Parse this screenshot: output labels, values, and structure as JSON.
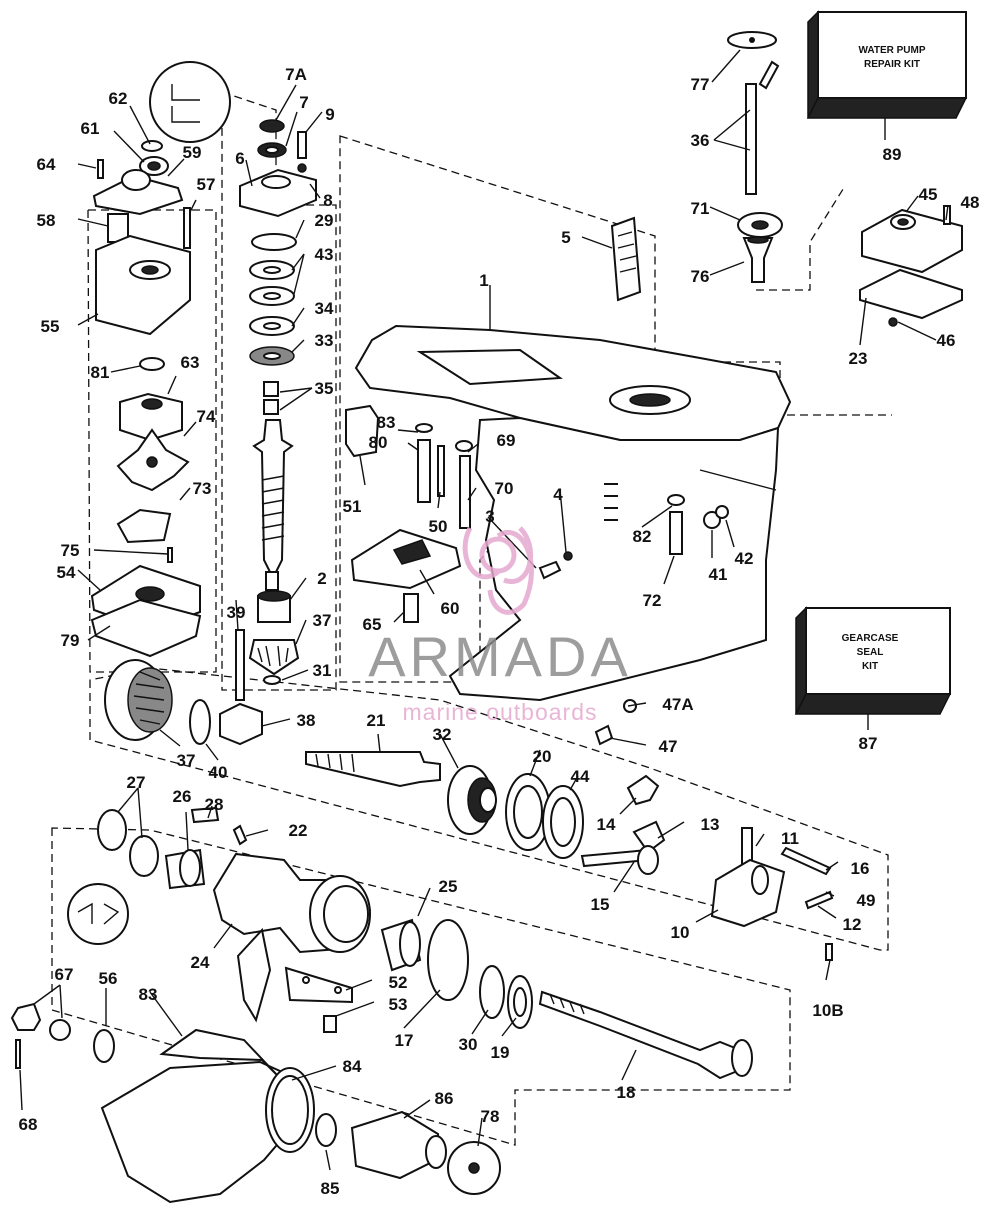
{
  "kits": {
    "water_pump": {
      "line1": "WATER PUMP",
      "line2": "REPAIR KIT",
      "number": "89"
    },
    "gearcase_seal": {
      "line1": "GEARCASE",
      "line2": "SEAL",
      "line3": "KIT",
      "number": "87"
    }
  },
  "watermark": {
    "brand": "ARMADA",
    "tagline": "marine outboards"
  },
  "callouts": [
    {
      "id": "c77",
      "text": "77"
    },
    {
      "id": "c36",
      "text": "36"
    },
    {
      "id": "c71",
      "text": "71"
    },
    {
      "id": "c76",
      "text": "76"
    },
    {
      "id": "c45",
      "text": "45"
    },
    {
      "id": "c48",
      "text": "48"
    },
    {
      "id": "c23",
      "text": "23"
    },
    {
      "id": "c46",
      "text": "46"
    },
    {
      "id": "c5",
      "text": "5"
    },
    {
      "id": "c1",
      "text": "1"
    },
    {
      "id": "c7A",
      "text": "7A"
    },
    {
      "id": "c7",
      "text": "7"
    },
    {
      "id": "c9",
      "text": "9"
    },
    {
      "id": "c6",
      "text": "6"
    },
    {
      "id": "c8",
      "text": "8"
    },
    {
      "id": "c29",
      "text": "29"
    },
    {
      "id": "c43",
      "text": "43"
    },
    {
      "id": "c34",
      "text": "34"
    },
    {
      "id": "c33",
      "text": "33"
    },
    {
      "id": "c35",
      "text": "35"
    },
    {
      "id": "c62",
      "text": "62"
    },
    {
      "id": "c61",
      "text": "61"
    },
    {
      "id": "c59",
      "text": "59"
    },
    {
      "id": "c64",
      "text": "64"
    },
    {
      "id": "c57",
      "text": "57"
    },
    {
      "id": "c58",
      "text": "58"
    },
    {
      "id": "c55",
      "text": "55"
    },
    {
      "id": "c81",
      "text": "81"
    },
    {
      "id": "c63",
      "text": "63"
    },
    {
      "id": "c74",
      "text": "74"
    },
    {
      "id": "c73",
      "text": "73"
    },
    {
      "id": "c75",
      "text": "75"
    },
    {
      "id": "c54",
      "text": "54"
    },
    {
      "id": "c79",
      "text": "79"
    },
    {
      "id": "c51",
      "text": "51"
    },
    {
      "id": "c83a",
      "text": "83"
    },
    {
      "id": "c80",
      "text": "80"
    },
    {
      "id": "c69",
      "text": "69"
    },
    {
      "id": "c70",
      "text": "70"
    },
    {
      "id": "c50",
      "text": "50"
    },
    {
      "id": "c3",
      "text": "3"
    },
    {
      "id": "c4",
      "text": "4"
    },
    {
      "id": "c82",
      "text": "82"
    },
    {
      "id": "c41",
      "text": "41"
    },
    {
      "id": "c42",
      "text": "42"
    },
    {
      "id": "c72",
      "text": "72"
    },
    {
      "id": "c65",
      "text": "65"
    },
    {
      "id": "c60",
      "text": "60"
    },
    {
      "id": "c2",
      "text": "2"
    },
    {
      "id": "c39",
      "text": "39"
    },
    {
      "id": "c37a",
      "text": "37"
    },
    {
      "id": "c31",
      "text": "31"
    },
    {
      "id": "c38",
      "text": "38"
    },
    {
      "id": "c37b",
      "text": "37"
    },
    {
      "id": "c40",
      "text": "40"
    },
    {
      "id": "c21",
      "text": "21"
    },
    {
      "id": "c32",
      "text": "32"
    },
    {
      "id": "c20",
      "text": "20"
    },
    {
      "id": "c44",
      "text": "44"
    },
    {
      "id": "c47A",
      "text": "47A"
    },
    {
      "id": "c47",
      "text": "47"
    },
    {
      "id": "c14",
      "text": "14"
    },
    {
      "id": "c13",
      "text": "13"
    },
    {
      "id": "c11",
      "text": "11"
    },
    {
      "id": "c16",
      "text": "16"
    },
    {
      "id": "c49",
      "text": "49"
    },
    {
      "id": "c12",
      "text": "12"
    },
    {
      "id": "c10",
      "text": "10"
    },
    {
      "id": "c15",
      "text": "15"
    },
    {
      "id": "c10B",
      "text": "10B"
    },
    {
      "id": "c27",
      "text": "27"
    },
    {
      "id": "c26",
      "text": "26"
    },
    {
      "id": "c28",
      "text": "28"
    },
    {
      "id": "c22",
      "text": "22"
    },
    {
      "id": "c25",
      "text": "25"
    },
    {
      "id": "c24",
      "text": "24"
    },
    {
      "id": "c52",
      "text": "52"
    },
    {
      "id": "c53",
      "text": "53"
    },
    {
      "id": "c17",
      "text": "17"
    },
    {
      "id": "c30",
      "text": "30"
    },
    {
      "id": "c19",
      "text": "19"
    },
    {
      "id": "c18",
      "text": "18"
    },
    {
      "id": "c67",
      "text": "67"
    },
    {
      "id": "c56",
      "text": "56"
    },
    {
      "id": "c83b",
      "text": "83"
    },
    {
      "id": "c84",
      "text": "84"
    },
    {
      "id": "c86",
      "text": "86"
    },
    {
      "id": "c78",
      "text": "78"
    },
    {
      "id": "c68",
      "text": "68"
    },
    {
      "id": "c85",
      "text": "85"
    }
  ]
}
